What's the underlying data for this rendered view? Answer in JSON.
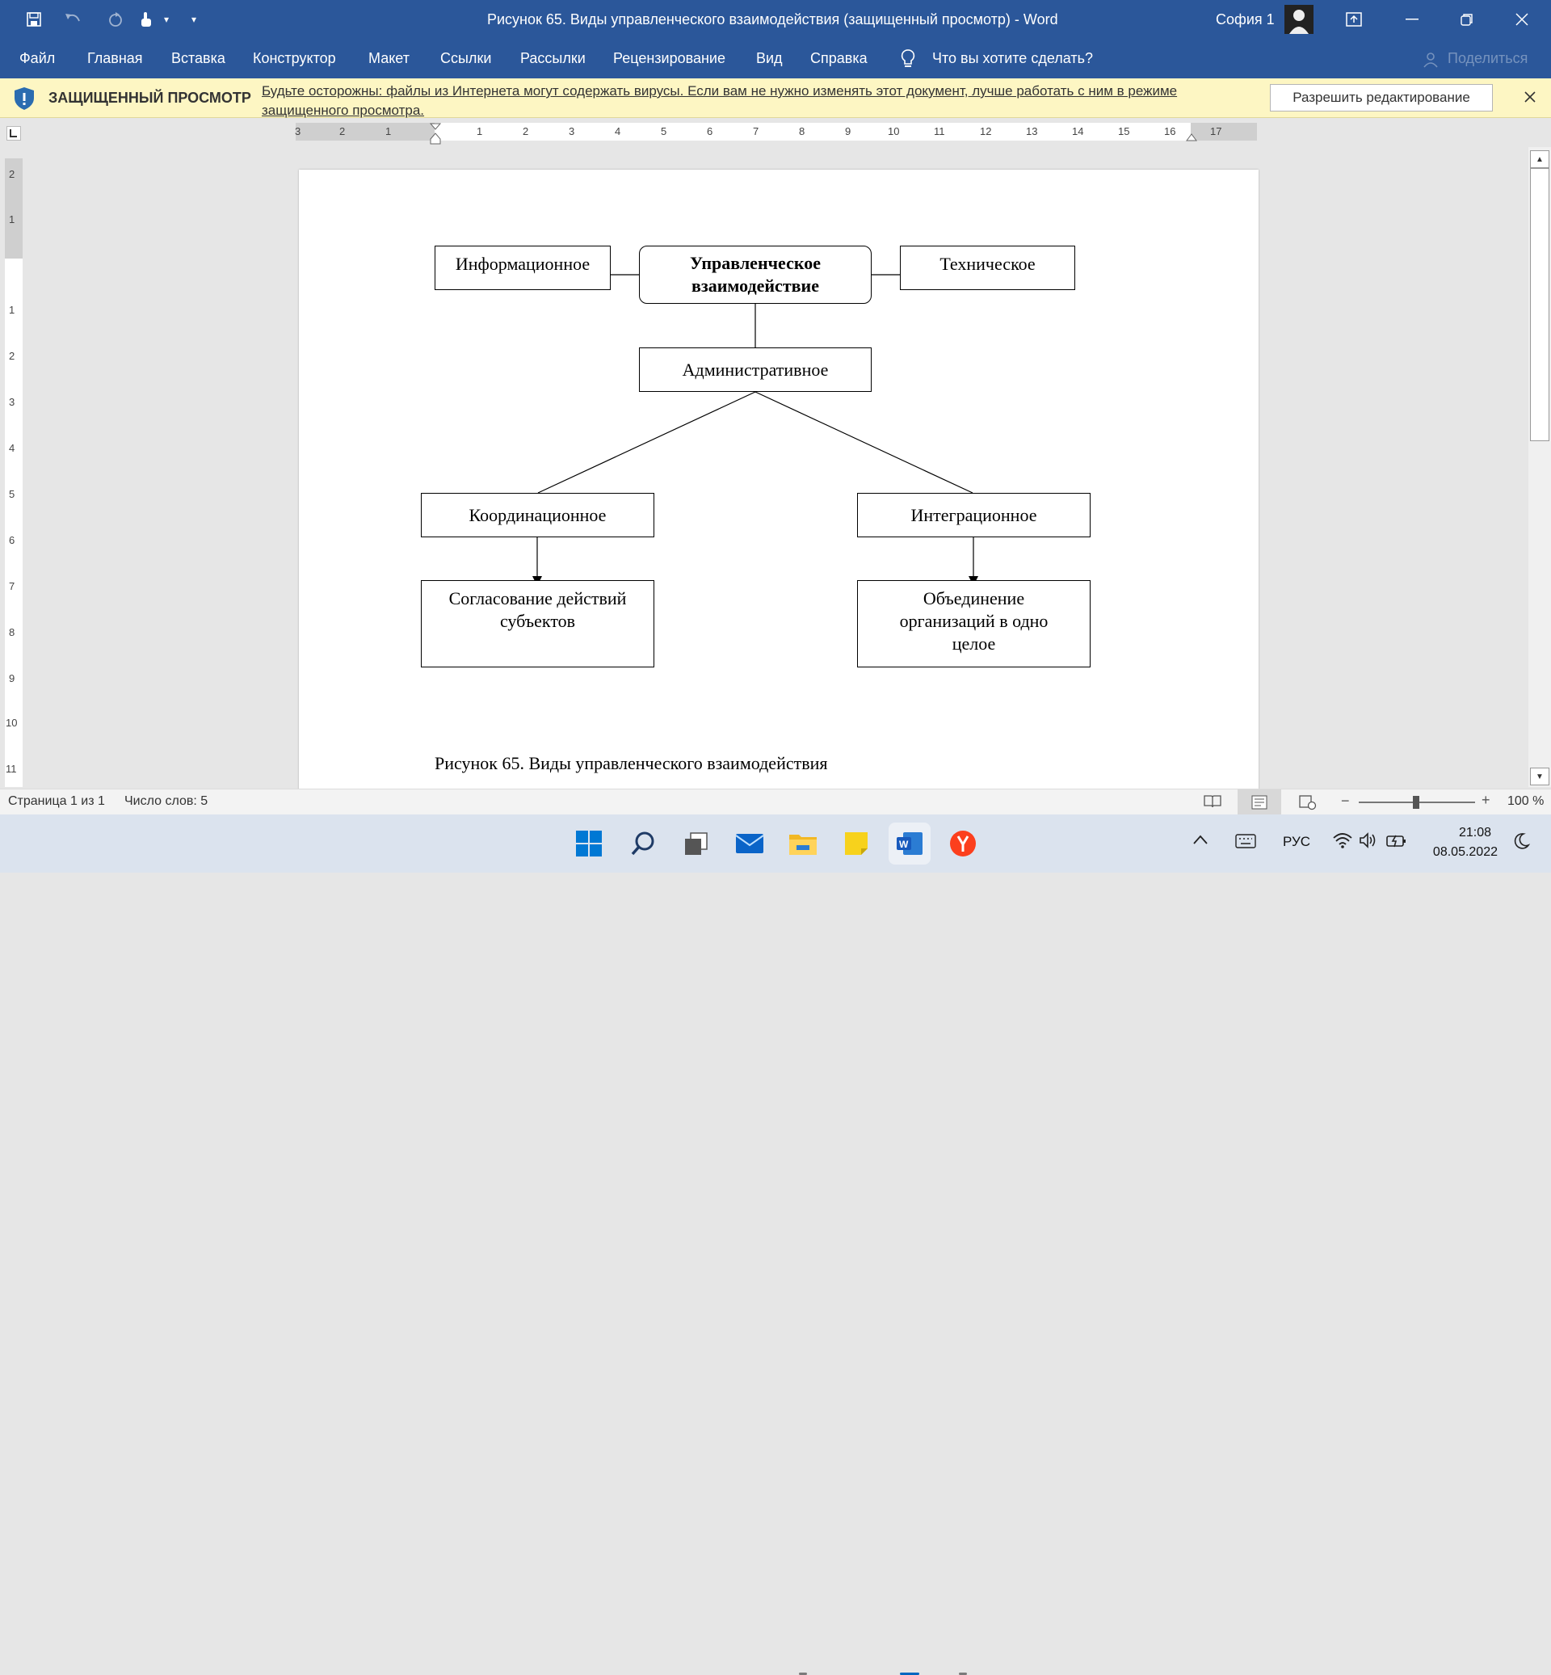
{
  "window": {
    "title": "Рисунок 65. Виды управленческого взаимодействия (защищенный просмотр)  -  Word",
    "user": "София 1"
  },
  "menu": [
    "Файл",
    "Главная",
    "Вставка",
    "Конструктор",
    "Макет",
    "Ссылки",
    "Рассылки",
    "Рецензирование",
    "Вид",
    "Справка"
  ],
  "search": {
    "label": "Что вы хотите сделать?"
  },
  "share": {
    "label": "Поделиться"
  },
  "protected_view": {
    "title": "ЗАЩИЩЕННЫЙ ПРОСМОТР",
    "message": "Будьте осторожны: файлы из Интернета могут содержать вирусы. Если вам не нужно изменять этот документ, лучше работать с ним в режиме защищенного просмотра.",
    "button": "Разрешить редактирование"
  },
  "ruler": {
    "h_left": [
      "3",
      "2",
      "1"
    ],
    "h_right": [
      "1",
      "2",
      "3",
      "4",
      "5",
      "6",
      "7",
      "8",
      "9",
      "10",
      "11",
      "12",
      "13",
      "14",
      "15",
      "16",
      "17"
    ],
    "v_top": [
      "2",
      "1"
    ],
    "v_bottom": [
      "1",
      "2",
      "3",
      "4",
      "5",
      "6",
      "7",
      "8",
      "9",
      "10",
      "11"
    ]
  },
  "diagram": {
    "center": "Управленческое взаимодействие",
    "left": "Информационное",
    "right": "Техническое",
    "admin": "Административное",
    "coord": "Координационное",
    "integ": "Интеграционное",
    "coord_result": "Согласование действий субъектов",
    "integ_result": "Объединение организаций в одно целое"
  },
  "caption": "Рисунок 65. Виды управленческого взаимодействия",
  "status": {
    "page": "Страница 1 из 1",
    "words": "Число слов: 5",
    "zoom": "100 %"
  },
  "tray": {
    "lang": "РУС",
    "time": "21:08",
    "date": "08.05.2022"
  },
  "colors": {
    "accent": "#2b579a",
    "banner": "#fdf6c3"
  }
}
